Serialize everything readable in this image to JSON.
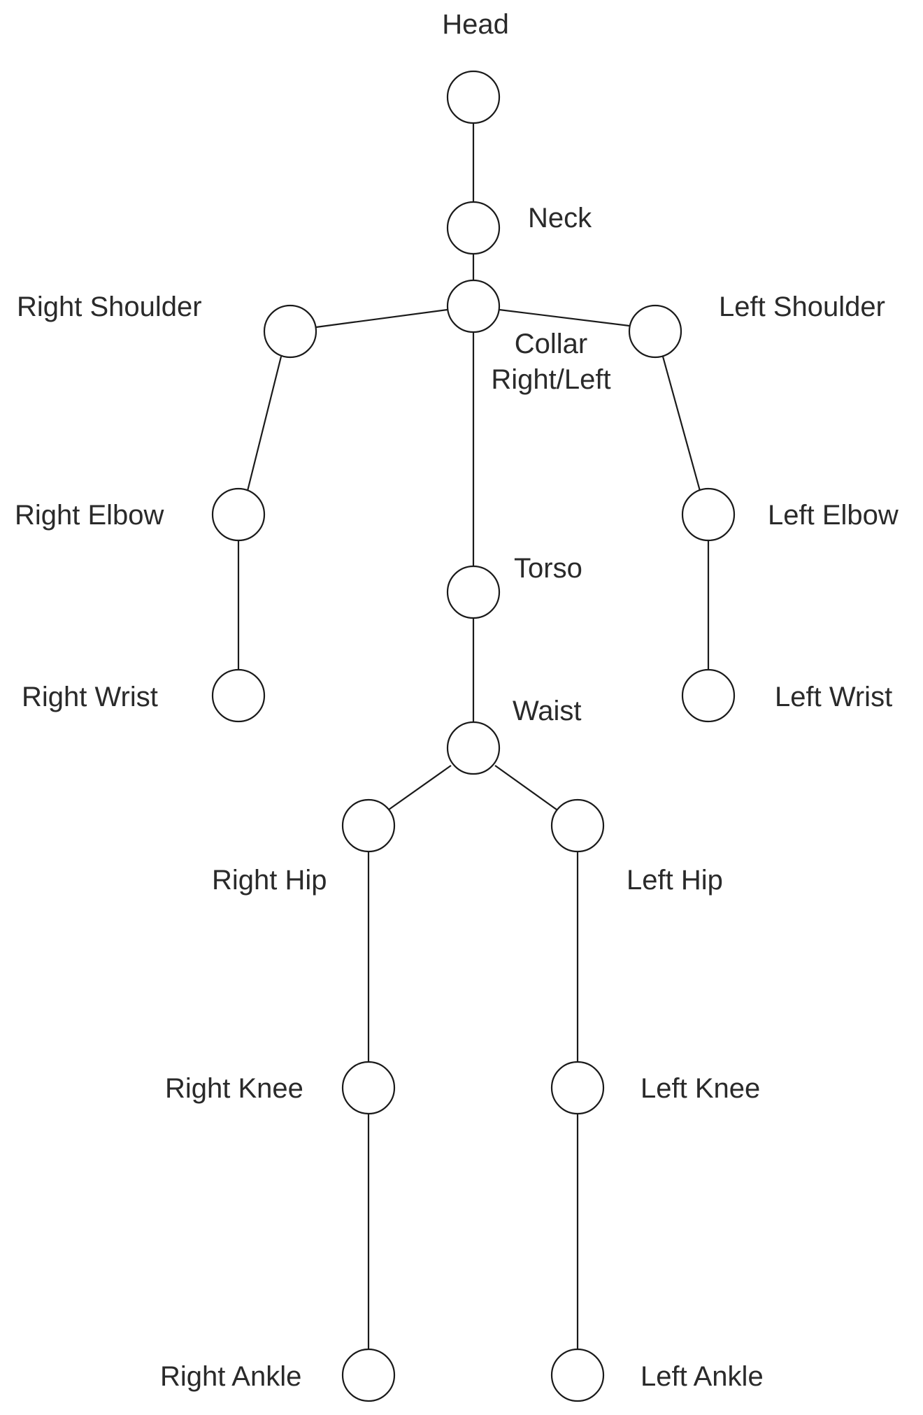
{
  "labels": {
    "head": "Head",
    "neck": "Neck",
    "collar_line1": "Collar",
    "collar_line2": "Right/Left",
    "right_shoulder": "Right Shoulder",
    "left_shoulder": "Left Shoulder",
    "right_elbow": "Right Elbow",
    "left_elbow": "Left Elbow",
    "torso": "Torso",
    "right_wrist": "Right Wrist",
    "left_wrist": "Left Wrist",
    "waist": "Waist",
    "right_hip": "Right Hip",
    "left_hip": "Left Hip",
    "right_knee": "Right Knee",
    "left_knee": "Left Knee",
    "right_ankle": "Right Ankle",
    "left_ankle": "Left Ankle"
  },
  "colors": {
    "stroke": "#1a1a1a",
    "text": "#2a2a2a",
    "background": "#ffffff"
  }
}
